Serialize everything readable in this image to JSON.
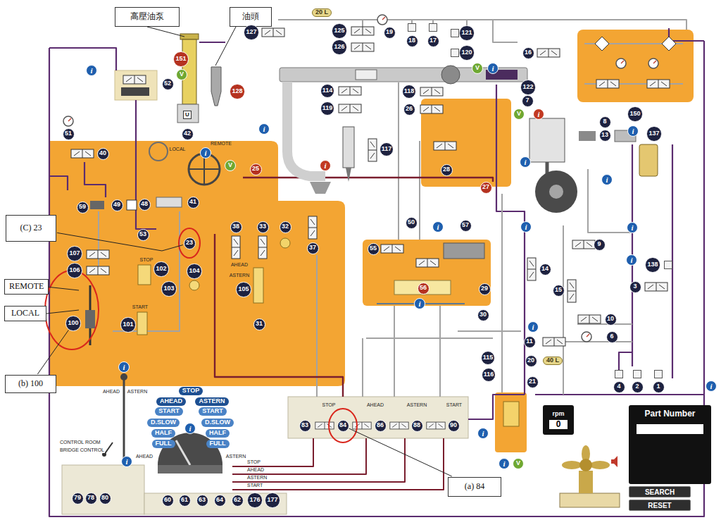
{
  "diagram": {
    "nodes": [
      {
        "text": [
          "高壓油泵"
        ]
      },
      {
        "text": [
          "油頭"
        ]
      },
      {
        "text": [
          "20 L"
        ]
      },
      {
        "text": [
          "127"
        ]
      },
      {
        "text": [
          "125"
        ]
      },
      {
        "text": [
          "19"
        ]
      },
      {
        "text": [
          "121"
        ]
      },
      {
        "text": [
          "18"
        ]
      },
      {
        "text": [
          "17"
        ]
      },
      {
        "text": [
          "126"
        ]
      },
      {
        "text": [
          "120"
        ]
      },
      {
        "text": [
          "16"
        ]
      },
      {
        "text": [
          "151"
        ]
      },
      {
        "text": [
          "i"
        ]
      },
      {
        "text": [
          "i"
        ]
      },
      {
        "text": [
          "V"
        ]
      },
      {
        "text": [
          "V"
        ]
      },
      {
        "text": [
          "52"
        ]
      },
      {
        "text": [
          "128"
        ]
      },
      {
        "text": [
          "114"
        ]
      },
      {
        "text": [
          "118"
        ]
      },
      {
        "text": [
          "122"
        ]
      },
      {
        "text": [
          "7"
        ]
      },
      {
        "text": [
          "V"
        ]
      },
      {
        "text": [
          "i"
        ]
      },
      {
        "text": [
          "119"
        ]
      },
      {
        "text": [
          "26"
        ]
      },
      {
        "text": [
          "U"
        ]
      },
      {
        "text": [
          "150"
        ]
      },
      {
        "text": [
          "8"
        ]
      },
      {
        "text": [
          "i"
        ]
      },
      {
        "text": [
          "i"
        ]
      },
      {
        "text": [
          "51"
        ]
      },
      {
        "text": [
          "42"
        ]
      },
      {
        "text": [
          "137"
        ]
      },
      {
        "text": [
          "13"
        ]
      },
      {
        "text": [
          "117"
        ]
      },
      {
        "text": [
          "i"
        ]
      },
      {
        "text": [
          "40"
        ]
      },
      {
        "text": [
          "i"
        ]
      },
      {
        "text": [
          "V"
        ]
      },
      {
        "text": [
          "i"
        ]
      },
      {
        "text": [
          "25"
        ]
      },
      {
        "text": [
          "28"
        ]
      },
      {
        "text": [
          "i"
        ]
      },
      {
        "text": [
          "27"
        ]
      },
      {
        "text": [
          "41"
        ]
      },
      {
        "text": [
          "48"
        ]
      },
      {
        "text": [
          "49"
        ]
      },
      {
        "text": [
          "59"
        ]
      },
      {
        "text": [
          "(C) 23"
        ]
      },
      {
        "text": [
          "50"
        ]
      },
      {
        "text": [
          "57"
        ]
      },
      {
        "text": [
          "38"
        ]
      },
      {
        "text": [
          "33"
        ]
      },
      {
        "text": [
          "32"
        ]
      },
      {
        "text": [
          "i"
        ]
      },
      {
        "text": [
          "i"
        ]
      },
      {
        "text": [
          "i"
        ]
      },
      {
        "text": [
          "53"
        ]
      },
      {
        "text": [
          "23"
        ]
      },
      {
        "text": [
          "9"
        ]
      },
      {
        "text": [
          "37"
        ]
      },
      {
        "text": [
          "55"
        ]
      },
      {
        "text": [
          "107"
        ]
      },
      {
        "text": [
          "i"
        ]
      },
      {
        "text": [
          "138"
        ]
      },
      {
        "text": [
          "14"
        ]
      },
      {
        "text": [
          "102"
        ]
      },
      {
        "text": [
          "106"
        ]
      },
      {
        "text": [
          "104"
        ]
      },
      {
        "text": [
          "REMOTE"
        ]
      },
      {
        "text": [
          "3"
        ]
      },
      {
        "text": [
          "56"
        ]
      },
      {
        "text": [
          "103"
        ]
      },
      {
        "text": [
          "29"
        ]
      },
      {
        "text": [
          "105"
        ]
      },
      {
        "text": [
          "15"
        ]
      },
      {
        "text": [
          "i"
        ]
      },
      {
        "text": [
          "LOCAL"
        ]
      },
      {
        "text": [
          "30"
        ]
      },
      {
        "text": [
          "10"
        ]
      },
      {
        "text": [
          "100"
        ]
      },
      {
        "text": [
          "31"
        ]
      },
      {
        "text": [
          "101"
        ]
      },
      {
        "text": [
          "i"
        ]
      },
      {
        "text": [
          "6"
        ]
      },
      {
        "text": [
          "11"
        ]
      },
      {
        "text": [
          "115"
        ]
      },
      {
        "text": [
          "20"
        ]
      },
      {
        "text": [
          "40 L"
        ]
      },
      {
        "text": [
          "i"
        ]
      },
      {
        "text": [
          "116"
        ]
      },
      {
        "text": [
          "(b) 100"
        ]
      },
      {
        "text": [
          "21"
        ]
      },
      {
        "text": [
          "4"
        ]
      },
      {
        "text": [
          "2"
        ]
      },
      {
        "text": [
          "1"
        ]
      },
      {
        "text": [
          "i"
        ]
      },
      {
        "text": [
          "STOP"
        ]
      },
      {
        "text": [
          "AHEAD"
        ]
      },
      {
        "text": [
          "ASTERN"
        ]
      },
      {
        "text": [
          "rpm",
          "0"
        ]
      },
      {
        "text": [
          "Part Number"
        ]
      },
      {
        "text": [
          "START"
        ]
      },
      {
        "text": [
          "START"
        ]
      },
      {
        "text": [
          "D.SLOW"
        ]
      },
      {
        "text": [
          "D.SLOW"
        ]
      },
      {
        "text": [
          "83"
        ]
      },
      {
        "text": [
          "84"
        ]
      },
      {
        "text": [
          "86"
        ]
      },
      {
        "text": [
          "88"
        ]
      },
      {
        "text": [
          "90"
        ]
      },
      {
        "text": [
          "i"
        ]
      },
      {
        "text": [
          "HALF"
        ]
      },
      {
        "text": [
          "HALF"
        ]
      },
      {
        "text": [
          "i"
        ]
      },
      {
        "text": [
          "FULL"
        ]
      },
      {
        "text": [
          "FULL"
        ]
      },
      {
        "text": [
          "i"
        ]
      },
      {
        "text": [
          "i"
        ]
      },
      {
        "text": [
          "V"
        ]
      },
      {
        "text": [
          "(a) 84"
        ]
      },
      {
        "text": [
          "SEARCH"
        ]
      },
      {
        "text": [
          "79"
        ]
      },
      {
        "text": [
          "78"
        ]
      },
      {
        "text": [
          "80"
        ]
      },
      {
        "text": [
          "60"
        ]
      },
      {
        "text": [
          "61"
        ]
      },
      {
        "text": [
          "63"
        ]
      },
      {
        "text": [
          "64"
        ]
      },
      {
        "text": [
          "62"
        ]
      },
      {
        "text": [
          "176"
        ]
      },
      {
        "text": [
          "177"
        ]
      },
      {
        "text": [
          "RESET"
        ]
      }
    ],
    "edges": [
      {
        "from": 50,
        "to": 60,
        "arrow": "none"
      },
      {
        "from": 93,
        "to": 82,
        "arrow": "none"
      },
      {
        "from": 122,
        "to": 109,
        "arrow": "none"
      }
    ],
    "labels": [
      "AHEAD",
      "ASTERN",
      "CONTROL ROOM",
      "BRIDGE CONTROL",
      "LOCAL",
      "REMOTE",
      "STOP",
      "START",
      "AHEAD",
      "ASTERN",
      "STOP",
      "AHEAD",
      "ASTERN",
      "START",
      "STOP",
      "AHEAD",
      "ASTERN",
      "START",
      "AHEAD",
      "ASTERN"
    ]
  }
}
